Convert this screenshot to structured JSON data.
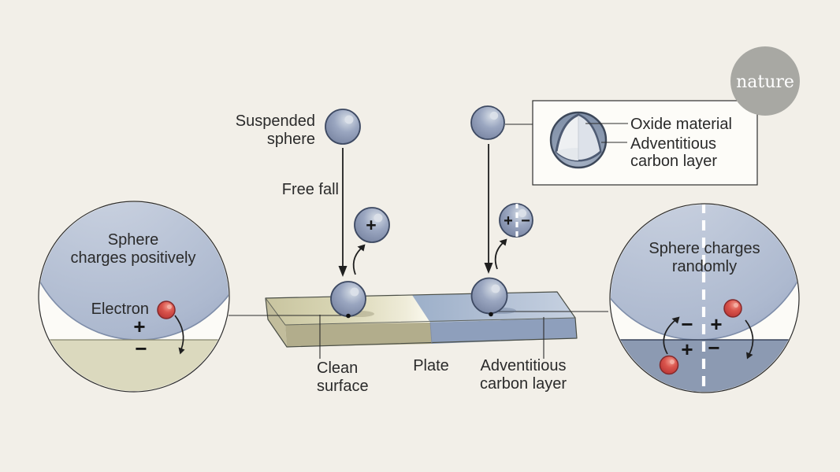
{
  "figure": {
    "background_color": "#f2efe8",
    "text_color": "#2a2a2a"
  },
  "nature_badge": {
    "label": "nature",
    "bg_color": "#a8a8a3",
    "text_color": "#ffffff"
  },
  "suspended": {
    "line1": "Suspended",
    "line2": "sphere"
  },
  "free_fall_label": "Free fall",
  "signs": {
    "plus": "+",
    "minus": "−"
  },
  "legend": {
    "oxide_label": "Oxide material",
    "adventitious_line1": "Adventitious",
    "adventitious_line2": "carbon layer"
  },
  "plate_labels": {
    "clean_line1": "Clean",
    "clean_line2": "surface",
    "plate": "Plate",
    "adventitious_line1": "Adventitious",
    "adventitious_line2": "carbon layer"
  },
  "left_zoom": {
    "title_line1": "Sphere",
    "title_line2": "charges positively",
    "electron_label": "Electron"
  },
  "right_zoom": {
    "title_line1": "Sphere charges",
    "title_line2": "randomly"
  },
  "colors": {
    "sphere_fill": "#9aa6c0",
    "sphere_outline": "#3d4962",
    "zoom_sphere_fill": "#b4bfd4",
    "clean_surface": "#dcd9b8",
    "carbon_layer": "#aebcd2",
    "carbon_layer_dark": "#8c9ab2",
    "electron_red": "#c94440",
    "legend_bg": "#fdfcf8",
    "zoom_bg": "#fcfbf7"
  }
}
